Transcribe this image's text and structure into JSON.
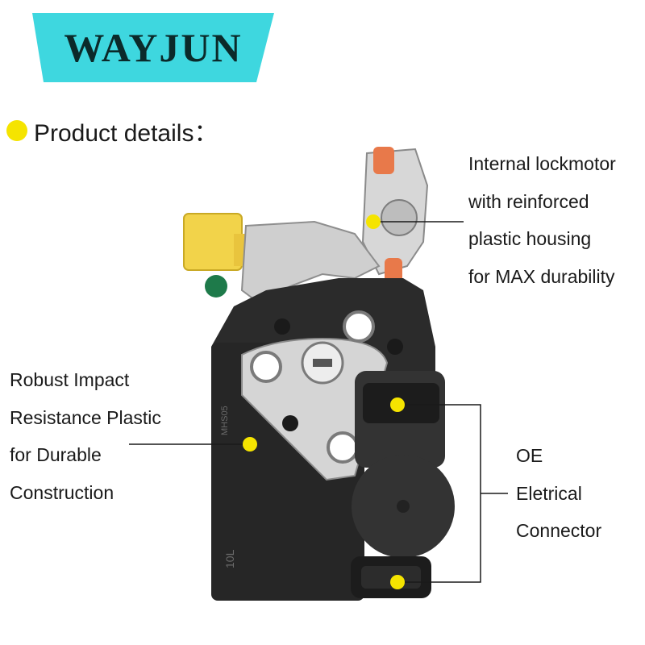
{
  "brand": {
    "name": "WAYJUN",
    "banner_color": "#3ed7df",
    "text_color": "#0b2a2a"
  },
  "heading": {
    "text": "Product details：",
    "bullet_color": "#f5e400"
  },
  "callouts": {
    "internal": [
      "Internal lockmotor",
      "with reinforced",
      "plastic housing",
      "for MAX durability"
    ],
    "plastic": [
      "Robust Impact",
      "Resistance Plastic",
      "for Durable",
      "Construction"
    ],
    "connector": [
      "OE",
      "Eletrical",
      "Connector"
    ]
  },
  "product": {
    "name": "door lock actuator",
    "body_color": "#2b2b2b",
    "metal_color": "#c9c9c9",
    "accent_yellow": "#f2d34a",
    "accent_orange": "#e8794a",
    "accent_green": "#1e7a4a",
    "stamped_labels": [
      "MHS05",
      "10L"
    ]
  }
}
